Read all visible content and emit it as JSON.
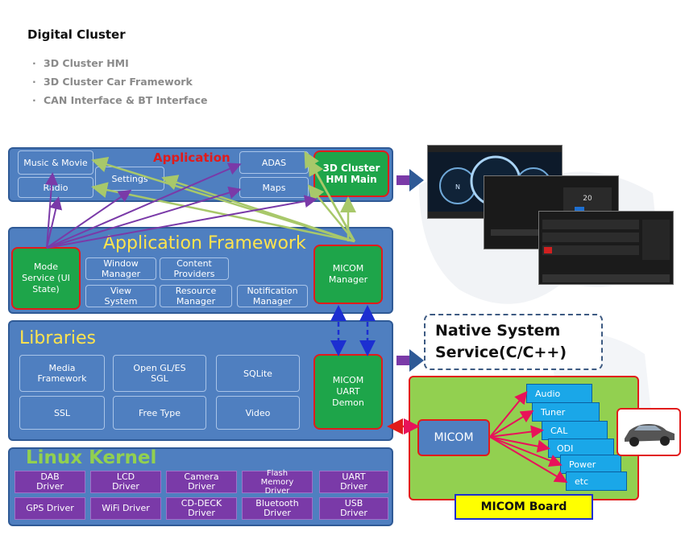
{
  "header": {
    "title": "Digital Cluster",
    "bullets": [
      "3D Cluster HMI",
      "3D Cluster Car Framework",
      "CAN Interface & BT Interface"
    ]
  },
  "application": {
    "title": "Application",
    "items": {
      "music_movie": "Music & Movie",
      "radio": "Radio",
      "settings": "Settings",
      "adas": "ADAS",
      "maps": "Maps",
      "cluster_hmi": "3D Cluster HMI Main"
    }
  },
  "framework": {
    "title": "Application Framework",
    "items": {
      "mode_service": "Mode Service (UI State)",
      "window_manager": "Window Manager",
      "content_providers": "Content Providers",
      "view_system": "View System",
      "resource_manager": "Resource Manager",
      "notification_manager": "Notification Manager",
      "micom_manager": "MICOM Manager"
    }
  },
  "libraries": {
    "title": "Libraries",
    "items": {
      "media_framework": "Media Framework",
      "opengl": "Open GL/ES SGL",
      "sqlite": "SQLite",
      "ssl": "SSL",
      "freetype": "Free Type",
      "video": "Video",
      "micom_uart": "MICOM UART Demon"
    }
  },
  "kernel": {
    "title": "Linux Kernel",
    "drivers": [
      "DAB Driver",
      "LCD Driver",
      "Camera Driver",
      "Flash Memory Driver",
      "UART Driver",
      "GPS Driver",
      "WiFi Driver",
      "CD-DECK Driver",
      "Bluetooth Driver",
      "USB Driver"
    ]
  },
  "native": {
    "title": "Native System Service(C/C++)"
  },
  "micom_board": {
    "label": "MICOM Board",
    "micom": "MICOM",
    "components": [
      "Audio",
      "Tuner",
      "CAL",
      "ODI",
      "Power",
      "etc"
    ]
  },
  "colors": {
    "layer": "#4f7fc0",
    "green": "#1ea54a",
    "red": "#e11b1b",
    "purple": "#7a3aa8",
    "yellow_text": "#ffe44d",
    "board": "#92d050",
    "cyan": "#1aa7e8"
  }
}
